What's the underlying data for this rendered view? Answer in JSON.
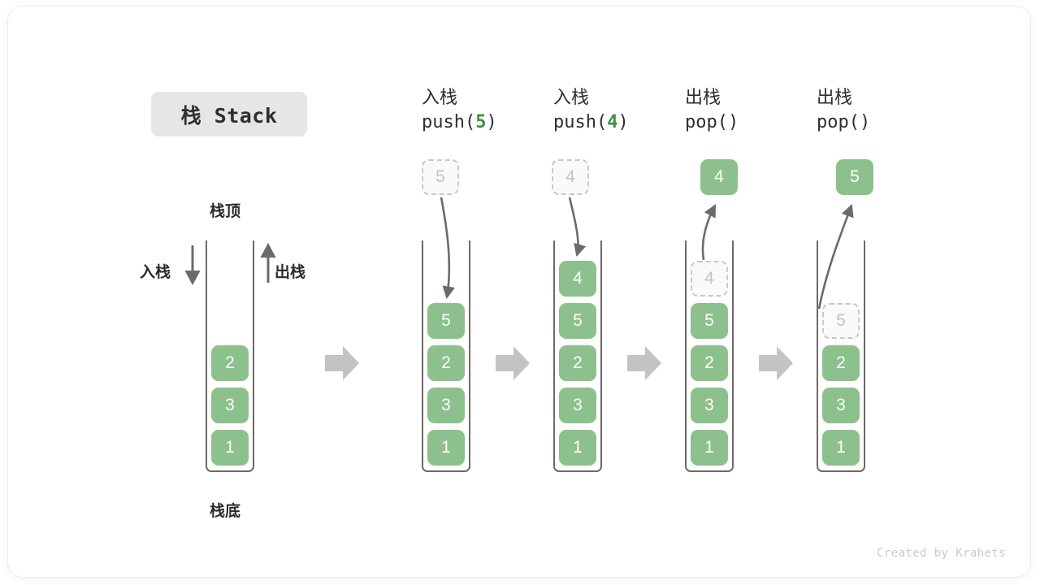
{
  "title_badge": {
    "label": "栈 Stack"
  },
  "labels": {
    "top": "栈顶",
    "bottom": "栈底",
    "push_side": "入栈",
    "pop_side": "出栈"
  },
  "credit": "Created by Krahets",
  "colors": {
    "cell_fill": "#8CC08C",
    "cell_text": "#FFFFFF",
    "ghost_border": "#C8C8C8",
    "ghost_text": "#C2C2C2",
    "accent_green": "#3F8F42",
    "wall": "#6D6A68",
    "step_arrow": "#C2C2C2",
    "badge_bg": "#E6E6E6"
  },
  "columns": [
    {
      "id": "initial",
      "header_cn": "",
      "header_code": "",
      "stack": [
        "2",
        "3",
        "1"
      ],
      "float_box": null
    },
    {
      "id": "push5",
      "header_cn": "入栈",
      "header_code_prefix": "push(",
      "header_code_num": "5",
      "header_code_suffix": ")",
      "stack": [
        "5",
        "2",
        "3",
        "1"
      ],
      "float_box": {
        "value": "5",
        "style": "ghost"
      },
      "arrow": "down-into-stack"
    },
    {
      "id": "push4",
      "header_cn": "入栈",
      "header_code_prefix": "push(",
      "header_code_num": "4",
      "header_code_suffix": ")",
      "stack": [
        "4",
        "5",
        "2",
        "3",
        "1"
      ],
      "float_box": {
        "value": "4",
        "style": "ghost"
      },
      "arrow": "down-into-stack"
    },
    {
      "id": "pop1",
      "header_cn": "出栈",
      "header_code_prefix": "pop(",
      "header_code_num": "",
      "header_code_suffix": ")",
      "stack": [
        "4",
        "5",
        "2",
        "3",
        "1"
      ],
      "stack_ghost_index": 0,
      "float_box": {
        "value": "4",
        "style": "solid"
      },
      "arrow": "up-out-of-stack"
    },
    {
      "id": "pop2",
      "header_cn": "出栈",
      "header_code_prefix": "pop(",
      "header_code_num": "",
      "header_code_suffix": ")",
      "stack": [
        "5",
        "2",
        "3",
        "1"
      ],
      "stack_ghost_index": 0,
      "float_box": {
        "value": "5",
        "style": "solid"
      },
      "arrow": "up-out-of-stack"
    }
  ],
  "cells": {
    "c0_0": "2",
    "c0_1": "3",
    "c0_2": "1",
    "c1_0": "5",
    "c1_1": "2",
    "c1_2": "3",
    "c1_3": "1",
    "c2_0": "4",
    "c2_1": "5",
    "c2_2": "2",
    "c2_3": "3",
    "c2_4": "1",
    "c3_0": "4",
    "c3_1": "5",
    "c3_2": "2",
    "c3_3": "3",
    "c3_4": "1",
    "c4_0": "5",
    "c4_1": "2",
    "c4_2": "3",
    "c4_3": "1",
    "f1": "5",
    "f2": "4",
    "f3": "4",
    "f4": "5"
  },
  "headers": {
    "h1_cn": "入栈",
    "h1_pre": "push(",
    "h1_num": "5",
    "h1_suf": ")",
    "h2_cn": "入栈",
    "h2_pre": "push(",
    "h2_num": "4",
    "h2_suf": ")",
    "h3_cn": "出栈",
    "h3_pre": "pop(",
    "h3_num": "",
    "h3_suf": ")",
    "h4_cn": "出栈",
    "h4_pre": "pop(",
    "h4_num": "",
    "h4_suf": ")"
  }
}
